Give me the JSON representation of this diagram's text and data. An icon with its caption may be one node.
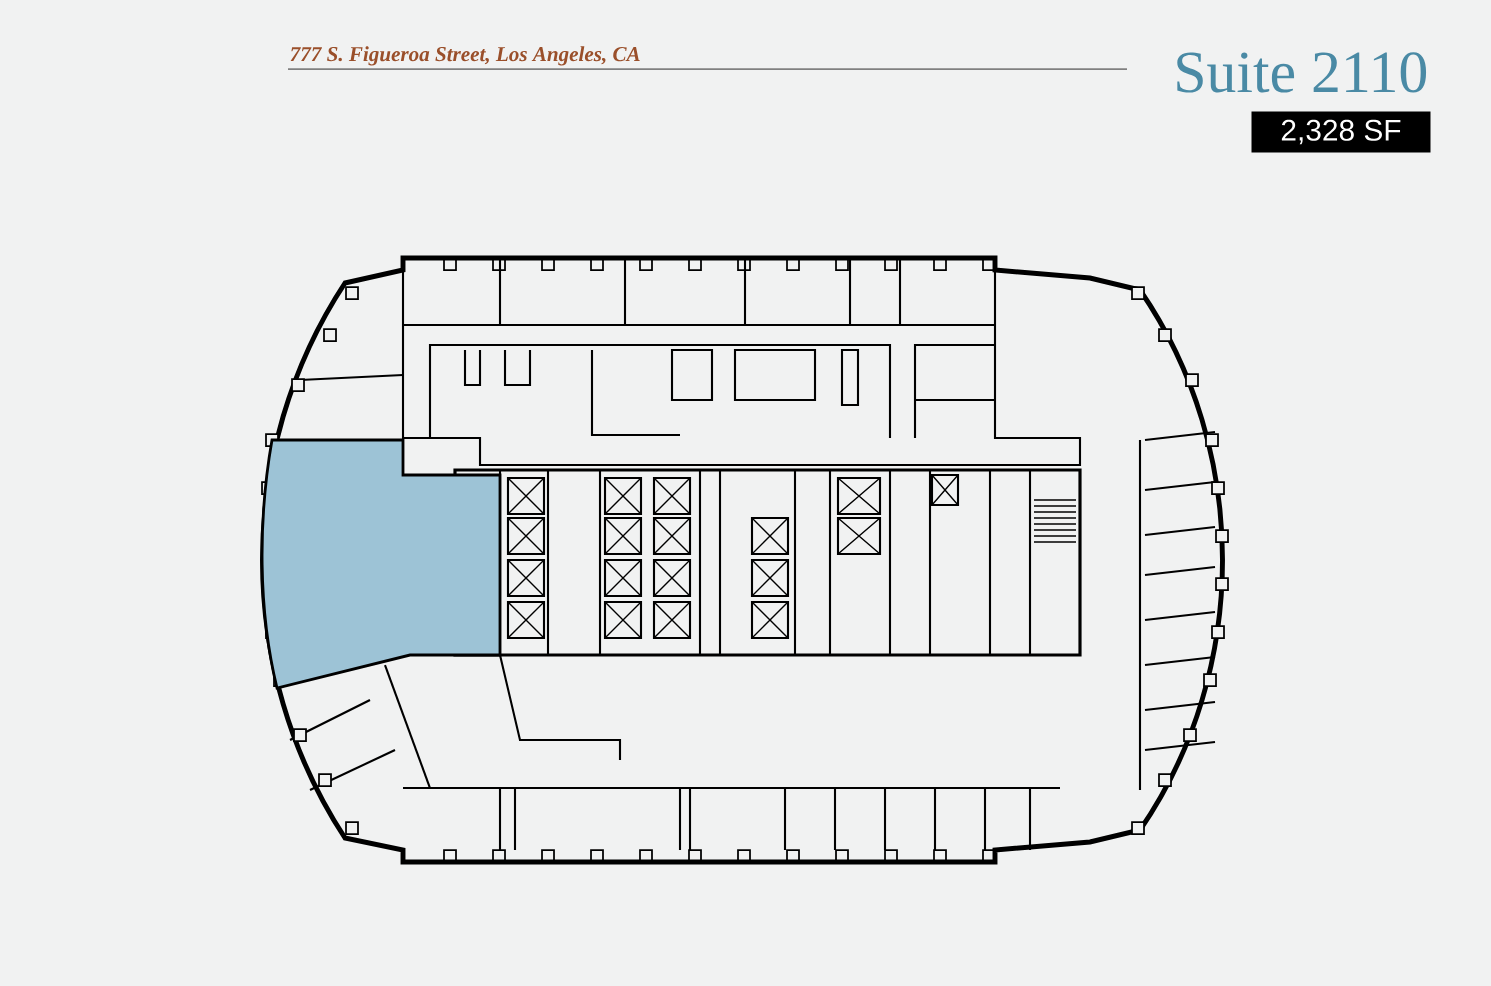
{
  "diagram": {
    "title": "Suite 2110",
    "nodes": [
      {
        "text": [
          "2,328 SF"
        ]
      }
    ],
    "labels": [
      "777 S. Figueroa Street, Los Angeles, CA"
    ]
  }
}
